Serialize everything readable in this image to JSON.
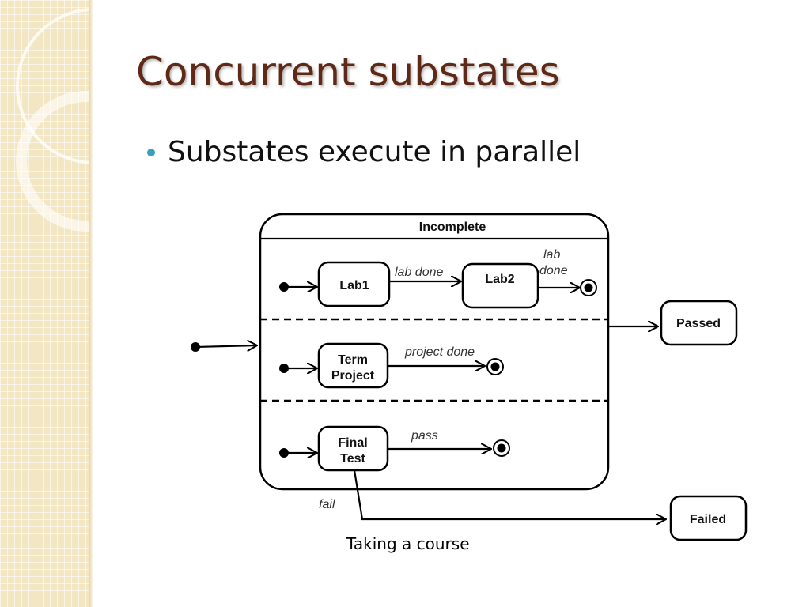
{
  "slide": {
    "title": "Concurrent substates",
    "bullet": "Substates execute in parallel",
    "caption": "Taking a course"
  },
  "diagram": {
    "composite_label": "Incomplete",
    "states": {
      "lab1": "Lab1",
      "lab2": "Lab2",
      "term_project_line1": "Term",
      "term_project_line2": "Project",
      "final_test_line1": "Final",
      "final_test_line2": "Test",
      "passed": "Passed",
      "failed": "Failed"
    },
    "transitions": {
      "lab_done": "lab done",
      "lab_done_2_line1": "lab",
      "lab_done_2_line2": "done",
      "project_done": "project done",
      "pass": "pass",
      "fail": "fail"
    }
  },
  "colors": {
    "title": "#5e2a17",
    "bullet": "#3a9fbf",
    "sidebar": "#f3e6c3"
  }
}
